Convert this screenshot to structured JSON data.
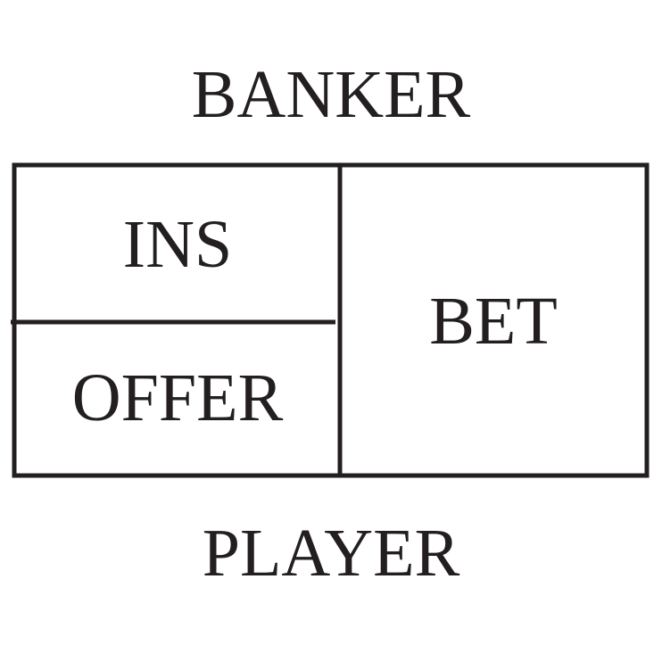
{
  "labels": {
    "banker": "BANKER",
    "player": "PLAYER"
  },
  "areas": {
    "insurance": "INS",
    "offer": "OFFER",
    "bet": "BET"
  },
  "colors": {
    "ink": "#231f20",
    "background": "#ffffff"
  }
}
